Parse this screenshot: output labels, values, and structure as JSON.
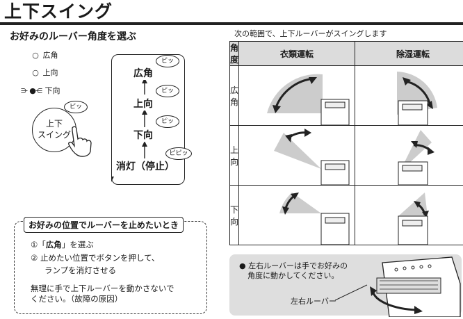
{
  "title": "上下スイング",
  "subtitle": "お好みのルーバー角度を選ぶ",
  "options": [
    "広角",
    "上向",
    "下向"
  ],
  "button": {
    "line1": "上下",
    "line2": "スイング",
    "sound": "ピッ"
  },
  "flow": {
    "steps": [
      "広角",
      "上向",
      "下向",
      "消灯（停止）"
    ],
    "sounds": [
      "ピッ",
      "ピッ",
      "ピッ",
      "ピピッ"
    ]
  },
  "swing_note": "次の範囲で、上下ルーバーがスイングします",
  "table": {
    "header": [
      "角度",
      "衣類運転",
      "除湿運転"
    ],
    "rows": [
      "広角",
      "上向",
      "下向"
    ]
  },
  "tip": {
    "title": "お好みの位置でルーバーを止めたいとき",
    "step1_pre": "①「",
    "step1_bold": "広角",
    "step1_post": "」を選ぶ",
    "step2_line1": "② 止めたい位置でボタンを押して、",
    "step2_line2": "ランプを消灯させる",
    "warning_line1": "無理に手で上下ルーバーを動かさないで",
    "warning_line2": "ください。（故障の原因）"
  },
  "info": {
    "line1": "● 左右ルーバーは手でお好みの",
    "line2": "角度に動かしてください。",
    "louver_label": "左右ルーバー"
  }
}
